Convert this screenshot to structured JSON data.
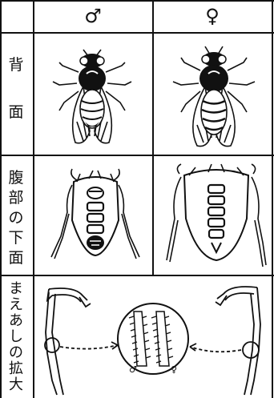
{
  "header": {
    "male_symbol": "♂",
    "female_symbol": "♀"
  },
  "rows": {
    "back": [
      "背",
      "面"
    ],
    "abdomen_underside": [
      "腹",
      "部",
      "の",
      "下",
      "面"
    ],
    "foreleg_magnified": [
      "ま",
      "え",
      "あ",
      "し",
      "の",
      "拡",
      "大"
    ]
  },
  "inset": {
    "male_mark": "♂",
    "female_mark": "♀"
  },
  "colors": {
    "ink": "#111111",
    "paper": "#ffffff"
  }
}
